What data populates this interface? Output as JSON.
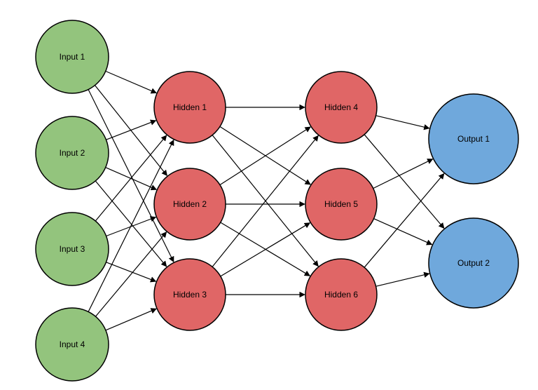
{
  "diagram": {
    "colors": {
      "input": "#93c47d",
      "hidden": "#e06666",
      "output": "#6fa8dc",
      "stroke": "#000000",
      "edge": "#000000"
    },
    "layers": [
      {
        "id": "input",
        "nodes": [
          "Input 1",
          "Input 2",
          "Input 3",
          "Input 4"
        ]
      },
      {
        "id": "hidden-a",
        "nodes": [
          "Hidden 1",
          "Hidden 2",
          "Hidden 3"
        ]
      },
      {
        "id": "hidden-b",
        "nodes": [
          "Hidden 4",
          "Hidden 5",
          "Hidden 6"
        ]
      },
      {
        "id": "output",
        "nodes": [
          "Output 1",
          "Output 2"
        ]
      }
    ],
    "connectivity": "fully-connected between adjacent layers"
  }
}
